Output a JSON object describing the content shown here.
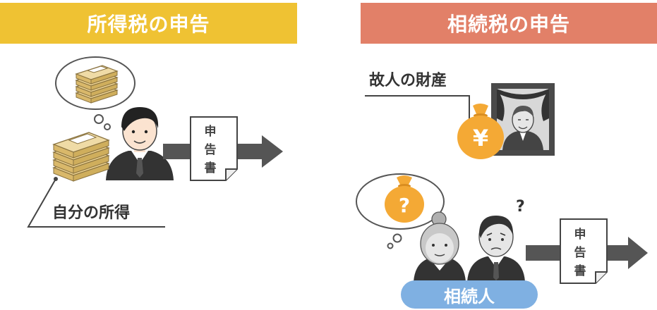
{
  "banners": {
    "income_tax": "所得税の申告",
    "inheritance_tax": "相続税の申告"
  },
  "labels": {
    "own_income": "自分の所得",
    "deceased_assets": "故人の財産",
    "heirs": "相続人"
  },
  "documents": {
    "left": [
      "申",
      "告",
      "書"
    ],
    "right": [
      "申",
      "告",
      "書"
    ]
  },
  "symbols": {
    "yen": "¥",
    "question": "?",
    "question_small": "?"
  },
  "colors": {
    "income_banner": "#efc233",
    "inheritance_banner": "#e28068",
    "heirs_pill": "#7fb0e2",
    "money_bag": "#f4a935",
    "cash": "#e9cf8e",
    "arrow": "#555555"
  }
}
